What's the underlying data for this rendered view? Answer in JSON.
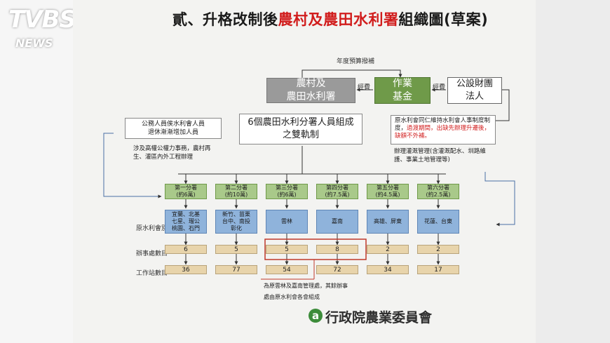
{
  "watermark": {
    "brand": "TVBS",
    "sub": "NEWS"
  },
  "title": {
    "prefix": "貳、升格改制後",
    "highlight": "農村及農田水利署",
    "suffix": "組織圖(草案)"
  },
  "top": {
    "annual_budget": "年度預算撥補",
    "agency": "農村及\n農田水利署",
    "fund": "作業\n基金",
    "foundation": "公設財團\n法人",
    "fee_left": "經費",
    "fee_right": "經費"
  },
  "personnel": {
    "left_box": "公務人員俟水利會人員\n退休漸漸增加人員",
    "center_box": "6個農田水利分署人員組成\n之雙軌制",
    "right_box_a": "原水利會同仁維持水利會人事制度制度，",
    "right_box_red": "過渡期間，出缺先辦理升遷後，缺額不外補。",
    "left_sub": "涉及高權公權力事務，農村再生、灌區內外工程辦理",
    "right_sub": "辦理灌溉管理(含灌溉配水、圳路維護、事業土地管理等)"
  },
  "branches": [
    {
      "name": "第一分署",
      "staff": "(約6萬)",
      "assoc": "宜蘭、北基\n七星、瑠公\n桃園、石門",
      "offices": "6",
      "stations": "36"
    },
    {
      "name": "第二分署",
      "staff": "(約10萬)",
      "assoc": "新竹、苗栗\n台中、南投\n彰化",
      "offices": "5",
      "stations": "77"
    },
    {
      "name": "第三分署",
      "staff": "(約6萬)",
      "assoc": "雲林",
      "offices": "5",
      "stations": "54"
    },
    {
      "name": "第四分署",
      "staff": "(約7.5萬)",
      "assoc": "嘉南",
      "offices": "8",
      "stations": "72"
    },
    {
      "name": "第五分署",
      "staff": "(約4.5萬)",
      "assoc": "高雄、屏東",
      "offices": "2",
      "stations": "34"
    },
    {
      "name": "第六分署",
      "staff": "(約2.5萬)",
      "assoc": "花蓮、台東",
      "offices": "2",
      "stations": "17"
    }
  ],
  "row_labels": {
    "assoc": "原水利會別",
    "offices": "辦事處數目",
    "stations": "工作站數目"
  },
  "footnote": {
    "line1": "為原雲林及嘉南管理處，其餘辦事",
    "line2": "處由原水利會各會組成"
  },
  "footer": {
    "org": "行政院農業委員會",
    "icon": "a"
  },
  "colors": {
    "accent_red": "#d11d1d",
    "green": "#6f9a49",
    "blue": "#8fb3db",
    "tan": "#e8d4ab",
    "grey": "#9a9a9a"
  }
}
